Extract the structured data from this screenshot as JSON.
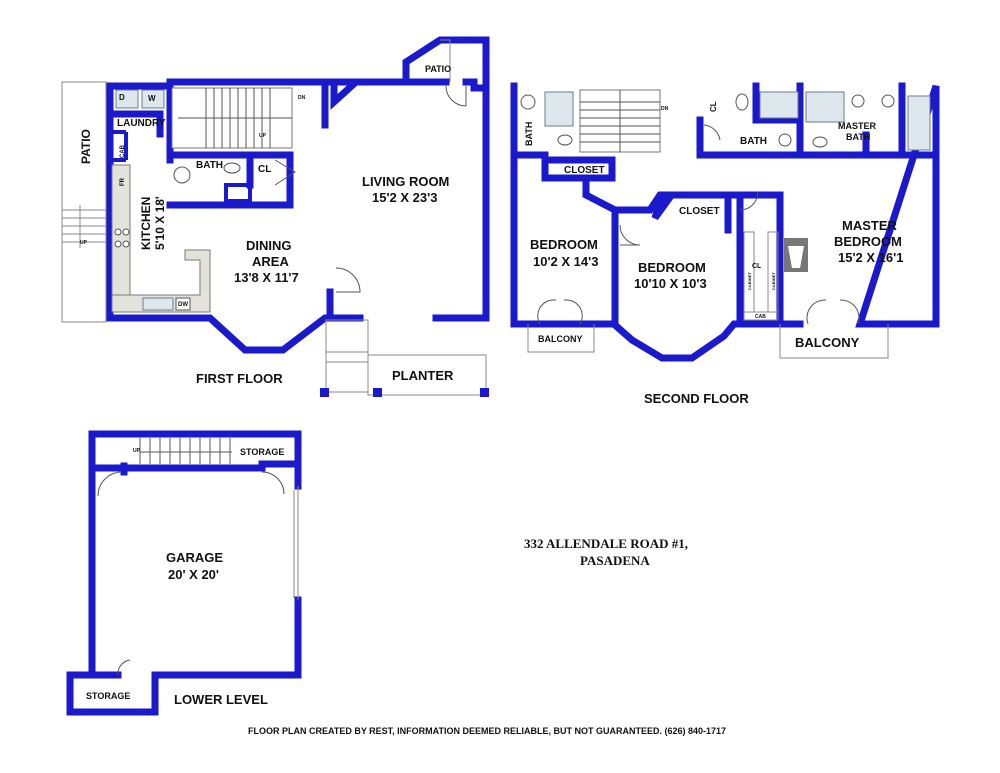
{
  "floors": {
    "first": "FIRST FLOOR",
    "second": "SECOND FLOOR",
    "lower": "LOWER LEVEL"
  },
  "rooms": {
    "patio_side": "PATIO",
    "patio_top": "PATIO",
    "laundry": "LAUNDRY",
    "kitchen_name": "KITCHEN",
    "kitchen_dim": "5'10 X 18'",
    "dining_l1": "DINING",
    "dining_l2": "AREA",
    "dining_dim": "13'8 X 11'7",
    "living_name": "LIVING ROOM",
    "living_dim": "15'2 X 23'3",
    "bath1": "BATH",
    "cl1": "CL",
    "planter": "PLANTER",
    "bath_up": "BATH",
    "closet1": "CLOSET",
    "bedroom1_name": "BEDROOM",
    "bedroom1_dim": "10'2 X 14'3",
    "balcony1": "BALCONY",
    "bedroom2_name": "BEDROOM",
    "bedroom2_dim": "10'10 X 10'3",
    "closet2": "CLOSET",
    "bath2": "BATH",
    "cl2": "CL",
    "master_bath_l1": "MASTER",
    "master_bath_l2": "BATH",
    "master_name_l1": "MASTER",
    "master_name_l2": "BEDROOM",
    "master_dim": "15'2 X 16'1",
    "balcony2": "BALCONY",
    "cl3": "CL",
    "cabinet": "CABINET",
    "cab": "CAB",
    "garage_name": "GARAGE",
    "garage_dim": "20' X 20'",
    "storage1": "STORAGE",
    "storage2": "STORAGE"
  },
  "small": {
    "dryer": "D",
    "washer": "W",
    "cab": "CAB",
    "fridge": "FR",
    "dishwasher": "DW",
    "up": "UP",
    "dn": "DN"
  },
  "address": {
    "line1": "332 ALLENDALE ROAD #1,",
    "line2": "PASADENA"
  },
  "footer": "FLOOR PLAN CREATED BY REST, INFORMATION DEEMED RELIABLE, BUT NOT GUARANTEED. (626) 840-1717"
}
